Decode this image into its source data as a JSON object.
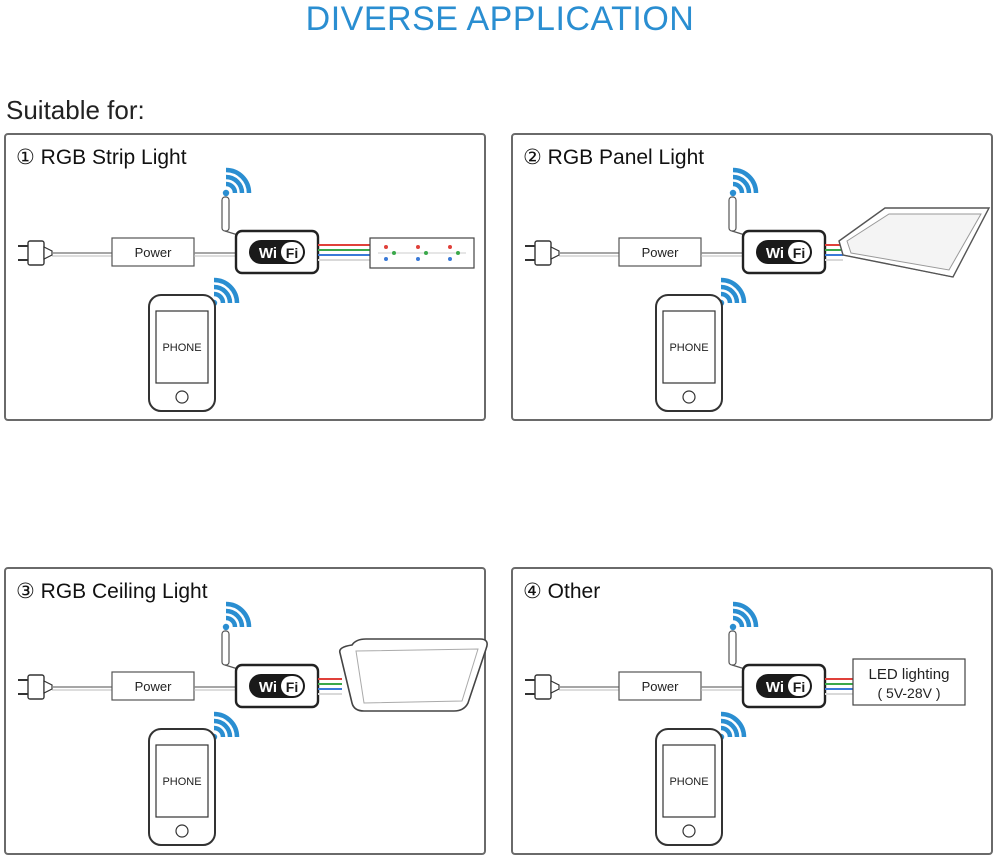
{
  "title": "DIVERSE APPLICATION",
  "subtitle": "Suitable for:",
  "panels": [
    {
      "label": "① RGB Strip Light",
      "power": "Power",
      "phone": "PHONE",
      "wifi_w": "Wi",
      "wifi_f": "Fi"
    },
    {
      "label": "② RGB Panel Light",
      "power": "Power",
      "phone": "PHONE",
      "wifi_w": "Wi",
      "wifi_f": "Fi"
    },
    {
      "label": "③ RGB Ceiling Light",
      "power": "Power",
      "phone": "PHONE",
      "wifi_w": "Wi",
      "wifi_f": "Fi"
    },
    {
      "label": "④ Other",
      "power": "Power",
      "phone": "PHONE",
      "wifi_w": "Wi",
      "wifi_f": "Fi",
      "device_line1": "LED lighting",
      "device_line2": "( 5V-28V )"
    }
  ],
  "colors": {
    "title": "#2a8ed1",
    "wifi_signal": "#2a8ed1",
    "border": "#6a6a6a",
    "wire_red": "#e0403a",
    "wire_green": "#3aa84a",
    "wire_blue": "#3a7ad8",
    "wire_white": "#d9d9d9"
  },
  "icons": [
    "plug-icon",
    "power-adapter-icon",
    "wifi-controller-icon",
    "wifi-signal-icon",
    "phone-icon",
    "led-strip-icon",
    "led-panel-icon",
    "ceiling-light-icon"
  ]
}
